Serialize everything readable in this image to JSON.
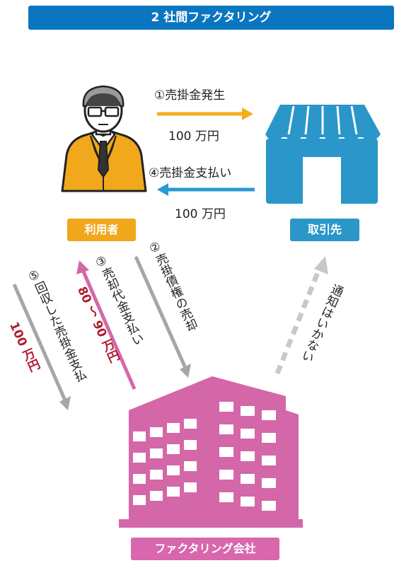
{
  "title": "2 社間ファクタリング",
  "nodes": {
    "user": "利用者",
    "partner": "取引先",
    "factoring": "ファクタリング会社"
  },
  "flows": {
    "f1": {
      "label": "①売掛金発生",
      "amount": "100 万円"
    },
    "f4": {
      "label": "④売掛金支払い",
      "amount": "100 万円"
    },
    "f2": {
      "label": "②売掛債権の売却"
    },
    "f3": {
      "label": "③売却代金支払い",
      "amount": "80 ～ 90 万円"
    },
    "f5": {
      "label": "⑤回収した売掛金支払",
      "amount": "100 万円"
    },
    "notice": {
      "label": "通知はいかない"
    }
  },
  "colors": {
    "title_bg": "#0b76c0",
    "user_badge": "#f0a719",
    "partner_badge": "#2b96c8",
    "factoring_badge": "#d867ad",
    "arrow_orange": "#f5ae18",
    "arrow_blue": "#2a9ad3",
    "arrow_gray": "#a6a6a6",
    "arrow_pink": "#d468a8",
    "amount_red": "#b21a2e"
  },
  "icons": {
    "user": "businessman-icon",
    "partner": "shop-icon",
    "factoring": "office-building-icon"
  }
}
